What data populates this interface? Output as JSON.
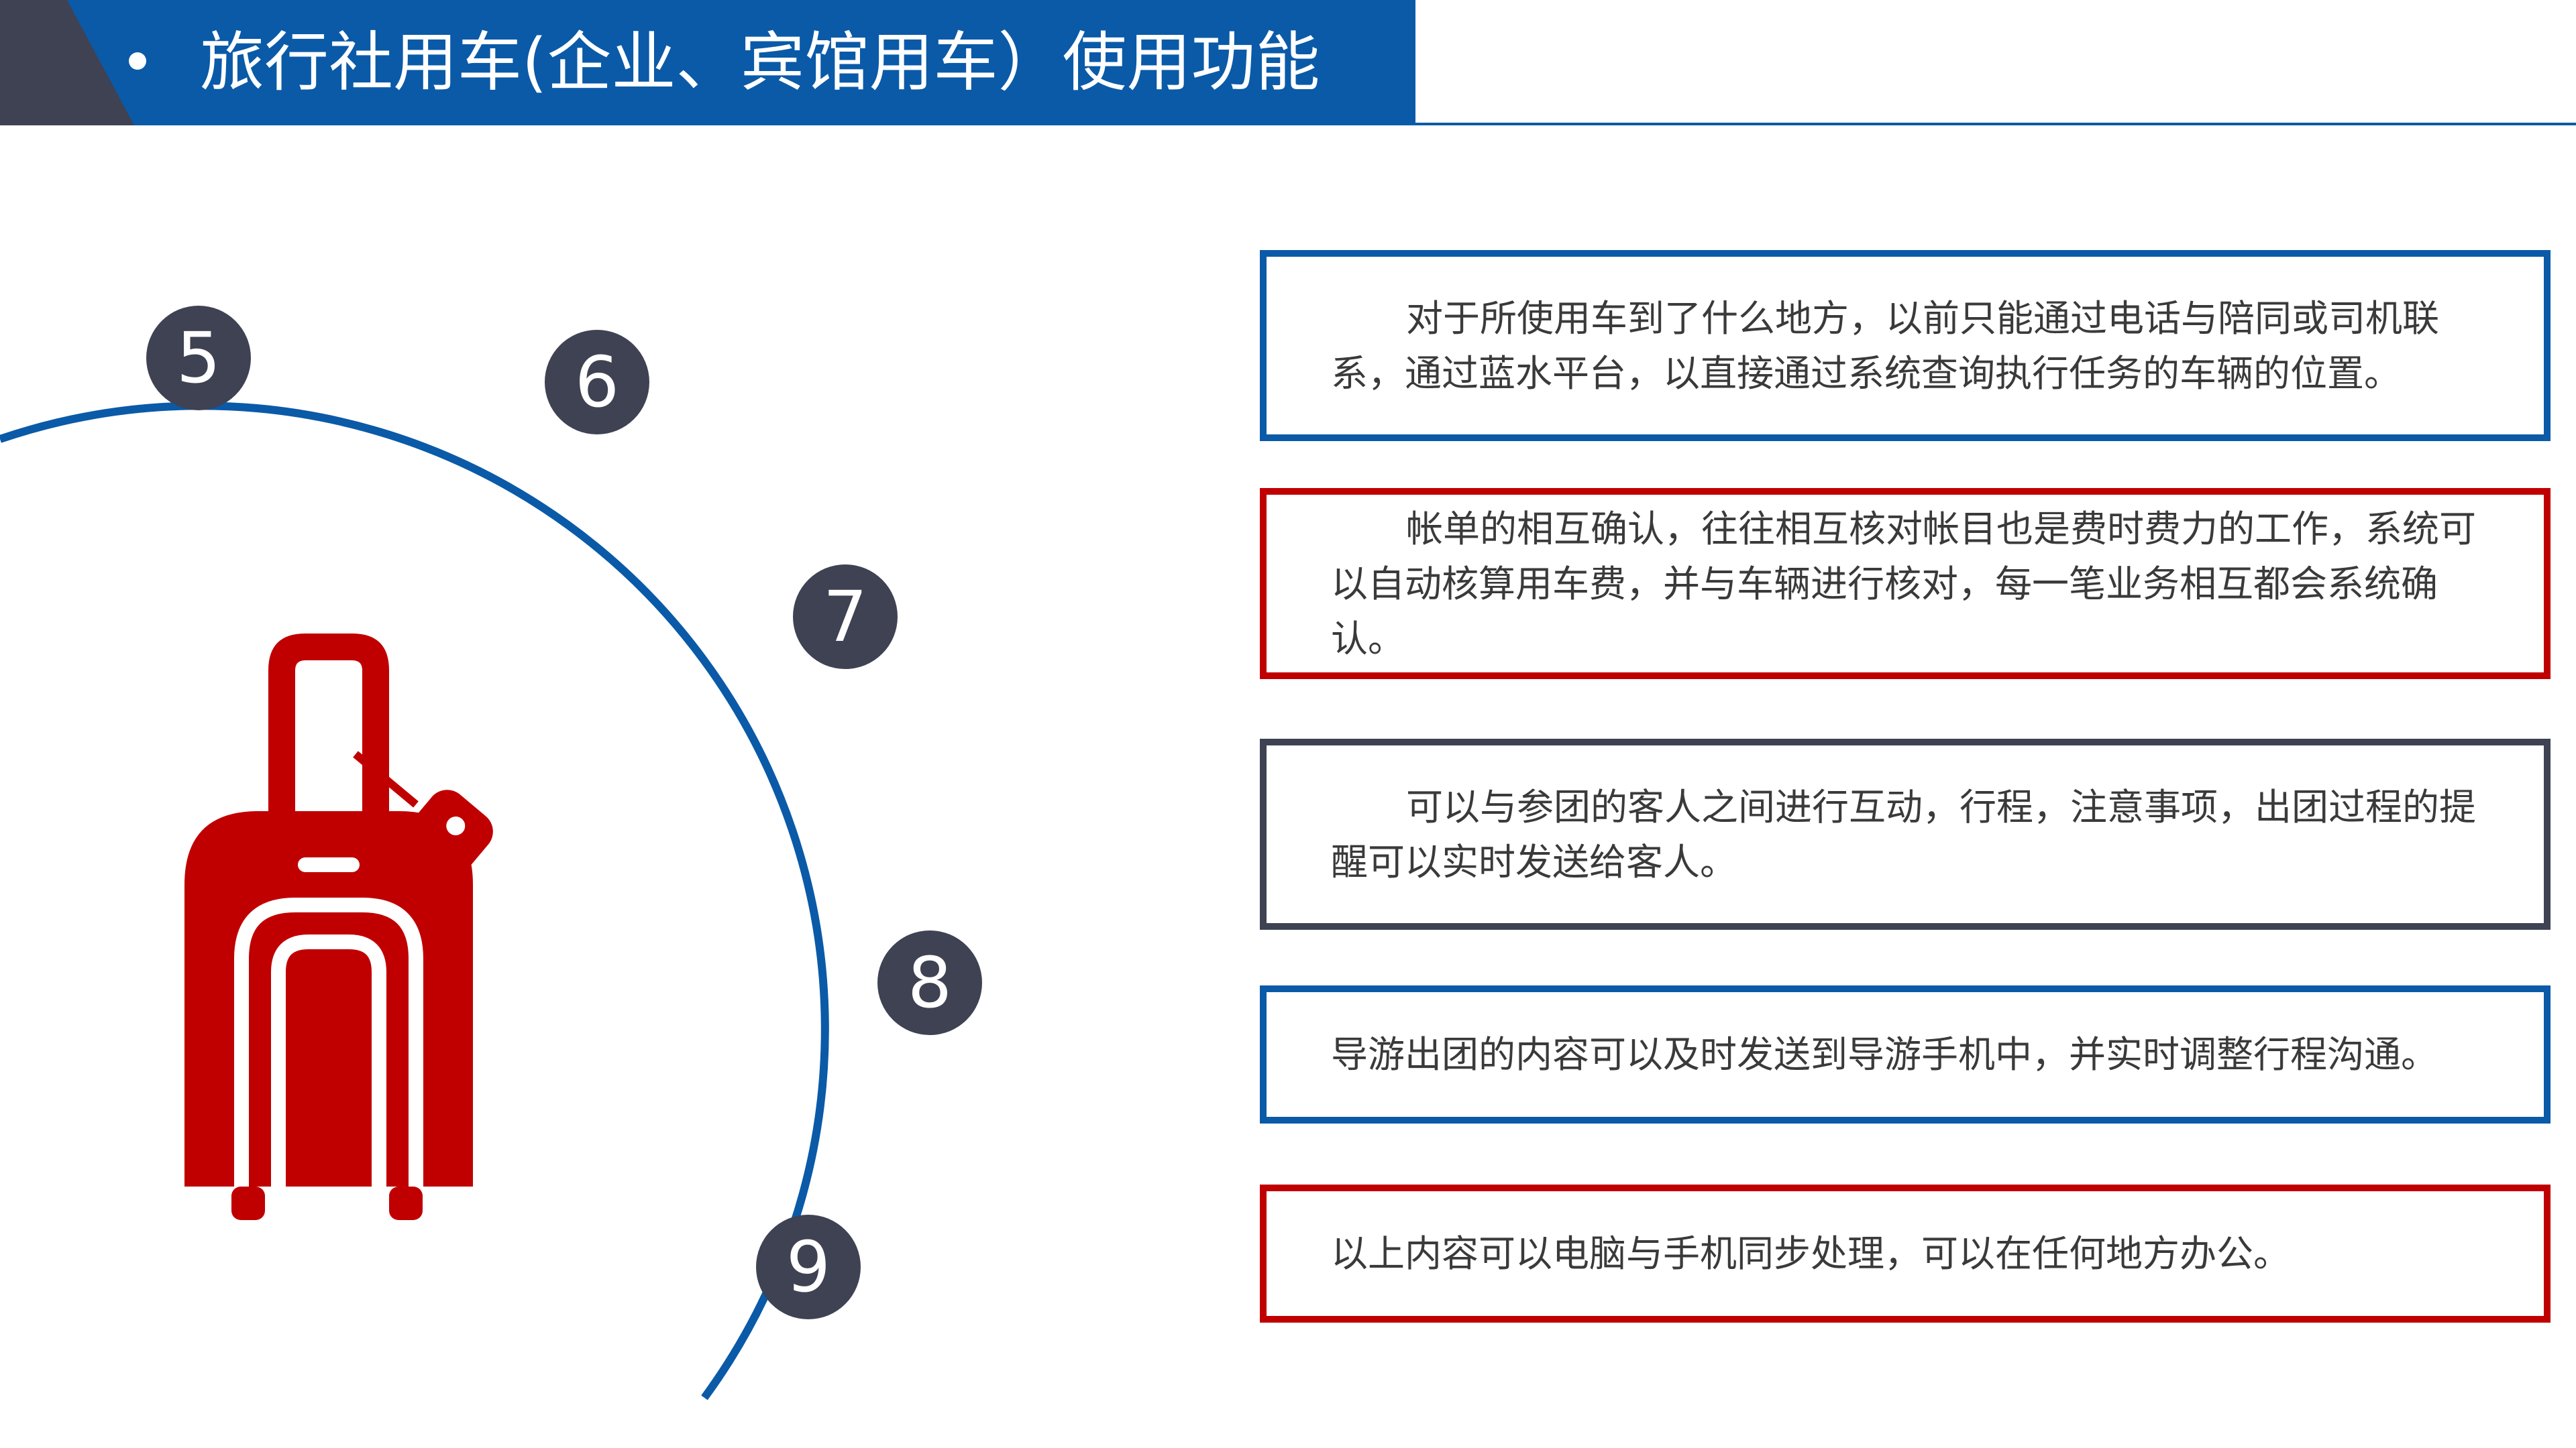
{
  "header": {
    "bullet": "•",
    "title": "旅行社用车(企业、宾馆用车）使用功能"
  },
  "colors": {
    "primary_blue": "#0a5aa8",
    "accent_red": "#c00000",
    "dark_slate": "#3e4253"
  },
  "timeline": {
    "steps": [
      "5",
      "6",
      "7",
      "8",
      "9"
    ]
  },
  "icon": "suitcase-with-luggage-tag-icon",
  "items": [
    {
      "text": "对于所使用车到了什么地方，以前只能通过电话与陪同或司机联系，通过蓝水平台，以直接通过系统查询执行任务的车辆的位置。",
      "border_color": "blue"
    },
    {
      "text": "帐单的相互确认，往往相互核对帐目也是费时费力的工作，系统可以自动核算用车费，并与车辆进行核对，每一笔业务相互都会系统确认。",
      "border_color": "red"
    },
    {
      "text": "可以与参团的客人之间进行互动，行程，注意事项，出团过程的提醒可以实时发送给客人。",
      "border_color": "dark"
    },
    {
      "text": "导游出团的内容可以及时发送到导游手机中，并实时调整行程沟通。",
      "border_color": "blue"
    },
    {
      "text": "以上内容可以电脑与手机同步处理，可以在任何地方办公。",
      "border_color": "red"
    }
  ]
}
